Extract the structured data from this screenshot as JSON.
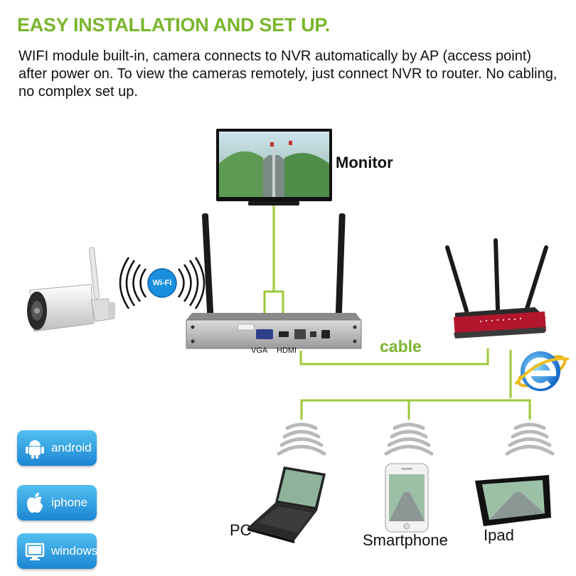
{
  "header": {
    "title": "EASY INSTALLATION AND SET UP.",
    "description": "WIFI module built-in, camera connects to NVR automatically by AP (access point) after power on.  To view the cameras remotely, just connect NVR to router. No cabling, no complex set up."
  },
  "labels": {
    "monitor": "Monitor",
    "vga": "VGA",
    "hdmi": "HDMI",
    "cable": "cable",
    "pc": "PC",
    "smartphone": "Smartphone",
    "ipad": "Ipad",
    "wifi": "Wi-Fi"
  },
  "platforms": [
    {
      "label": "android",
      "icon": "android-icon"
    },
    {
      "label": "iphone",
      "icon": "apple-icon"
    },
    {
      "label": "windows",
      "icon": "windows-icon"
    }
  ],
  "colors": {
    "accent_green": "#7ab52e",
    "line_green": "#9bc83a",
    "badge_blue": "#2a95dc",
    "router_red": "#b3162c"
  }
}
